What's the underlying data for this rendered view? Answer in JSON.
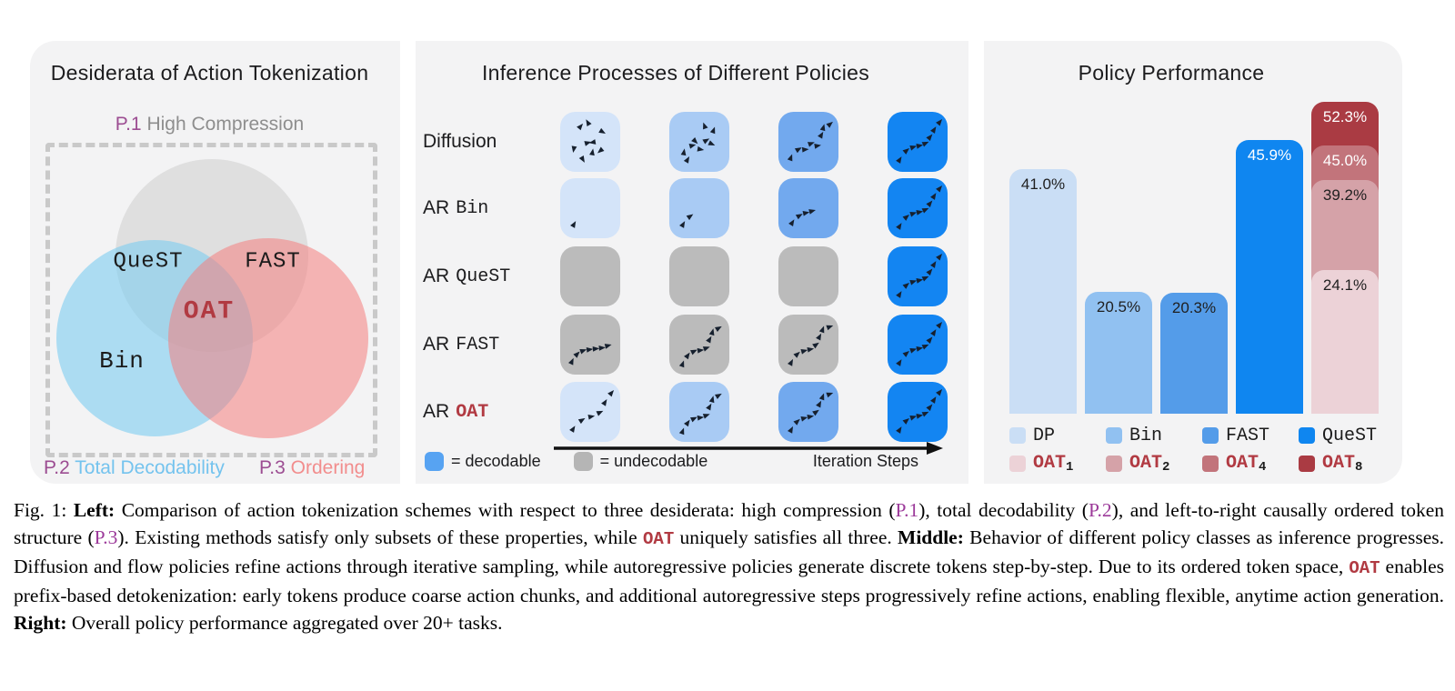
{
  "left_panel": {
    "title": "Desiderata of Action Tokenization",
    "p1_prefix": "P.1",
    "p1_text": " High Compression",
    "p2_prefix": "P.2",
    "p2_text": " Total Decodability",
    "p3_prefix": "P.3",
    "p3_text": " Ordering",
    "regions": {
      "quest": "QueST",
      "fast": "FAST",
      "oat": "OAT",
      "bin": "Bin"
    }
  },
  "middle_panel": {
    "title": "Inference Processes of Different Policies",
    "rows": [
      {
        "prefix": "Diffusion",
        "mono": "",
        "oat": false,
        "tiles": [
          {
            "c": "b1",
            "a": "noise3"
          },
          {
            "c": "b2",
            "a": "noise2"
          },
          {
            "c": "b3",
            "a": "noise1"
          },
          {
            "c": "b4",
            "a": "full"
          }
        ]
      },
      {
        "prefix": "AR",
        "mono": "Bin",
        "oat": false,
        "tiles": [
          {
            "c": "b1",
            "a": "seg1"
          },
          {
            "c": "b2",
            "a": "seg2"
          },
          {
            "c": "b3",
            "a": "seg3"
          },
          {
            "c": "b4",
            "a": "full"
          }
        ]
      },
      {
        "prefix": "AR",
        "mono": "QueST",
        "oat": false,
        "tiles": [
          {
            "c": "gray",
            "a": "none"
          },
          {
            "c": "gray",
            "a": "none"
          },
          {
            "c": "gray",
            "a": "none"
          },
          {
            "c": "b4",
            "a": "full"
          }
        ]
      },
      {
        "prefix": "AR",
        "mono": "FAST",
        "oat": false,
        "tiles": [
          {
            "c": "gray",
            "a": "curveA"
          },
          {
            "c": "gray",
            "a": "curveB"
          },
          {
            "c": "gray",
            "a": "curveC"
          },
          {
            "c": "b4",
            "a": "full"
          }
        ]
      },
      {
        "prefix": "AR",
        "mono": "OAT",
        "oat": true,
        "tiles": [
          {
            "c": "b1",
            "a": "coarse"
          },
          {
            "c": "b2",
            "a": "curveB"
          },
          {
            "c": "b3",
            "a": "curveC"
          },
          {
            "c": "b4",
            "a": "full"
          }
        ]
      }
    ],
    "legend": {
      "decodable": "= decodable",
      "undecodable": "= undecodable",
      "axis_label": "Iteration Steps"
    }
  },
  "chart_data": {
    "type": "bar",
    "title": "Policy Performance",
    "unit": "%",
    "ylim": [
      0,
      55
    ],
    "legend_position": "bottom",
    "bars": [
      {
        "name": "DP",
        "value": 41.0,
        "color": "#cadef5",
        "label_style": "dark"
      },
      {
        "name": "Bin",
        "value": 20.5,
        "color": "#91c1f1",
        "label_style": "dark"
      },
      {
        "name": "FAST",
        "value": 20.3,
        "color": "#549ce9",
        "label_style": "dark"
      },
      {
        "name": "QueST",
        "value": 45.9,
        "color": "#0f86f0",
        "label_style": "light"
      }
    ],
    "overlay_bars": [
      {
        "name": "OAT",
        "sub": "1",
        "value": 24.1,
        "color": "#ecd2d7",
        "label_style": "dark"
      },
      {
        "name": "OAT",
        "sub": "2",
        "value": 39.2,
        "color": "#d5a2a8",
        "label_style": "dark"
      },
      {
        "name": "OAT",
        "sub": "4",
        "value": 45.0,
        "color": "#c2747b",
        "label_style": "light"
      },
      {
        "name": "OAT",
        "sub": "8",
        "value": 52.3,
        "color": "#aa3b43",
        "label_style": "light"
      }
    ]
  },
  "colors": {
    "panel_bg": "#f3f3f4",
    "tiles": {
      "b1": "#d4e4f9",
      "b2": "#a9cbf4",
      "b3": "#72a9ee",
      "b4": "#1385f2",
      "gray": "#bbbbbb"
    },
    "legend_blue": "#57a3f2",
    "legend_gray": "#b5b5b5",
    "venn_gray": "rgba(205,205,205,0.55)",
    "venn_blue": "rgba(125,205,240,0.60)",
    "venn_red": "rgba(244,125,125,0.55)",
    "oat_red": "#b13a42",
    "arrow_ink": "#16202e"
  },
  "caption": {
    "segments": [
      {
        "t": "Fig. 1: "
      },
      {
        "t": "Left:",
        "b": true
      },
      {
        "t": " Comparison of action tokenization schemes with respect to three desiderata: high compression ("
      },
      {
        "t": "P.1",
        "c": true
      },
      {
        "t": "), total decodability ("
      },
      {
        "t": "P.2",
        "c": true
      },
      {
        "t": "), and left-to-right causally ordered token structure ("
      },
      {
        "t": "P.3",
        "c": true
      },
      {
        "t": "). Existing methods satisfy only subsets of these properties, while "
      },
      {
        "t": "OAT",
        "oat": true
      },
      {
        "t": " uniquely satisfies all three. "
      },
      {
        "t": "Middle:",
        "b": true
      },
      {
        "t": " Behavior of different policy classes as inference progresses. Diffusion and flow policies refine actions through iterative sampling, while autoregressive policies generate discrete tokens step-by-step. Due to its ordered token space, "
      },
      {
        "t": "OAT",
        "oat": true
      },
      {
        "t": " enables prefix-based detokenization: early tokens produce coarse action chunks, and additional autoregressive steps progressively refine actions, enabling flexible, anytime action generation. "
      },
      {
        "t": "Right:",
        "b": true
      },
      {
        "t": " Overall policy performance aggregated over 20+ tasks."
      }
    ]
  }
}
